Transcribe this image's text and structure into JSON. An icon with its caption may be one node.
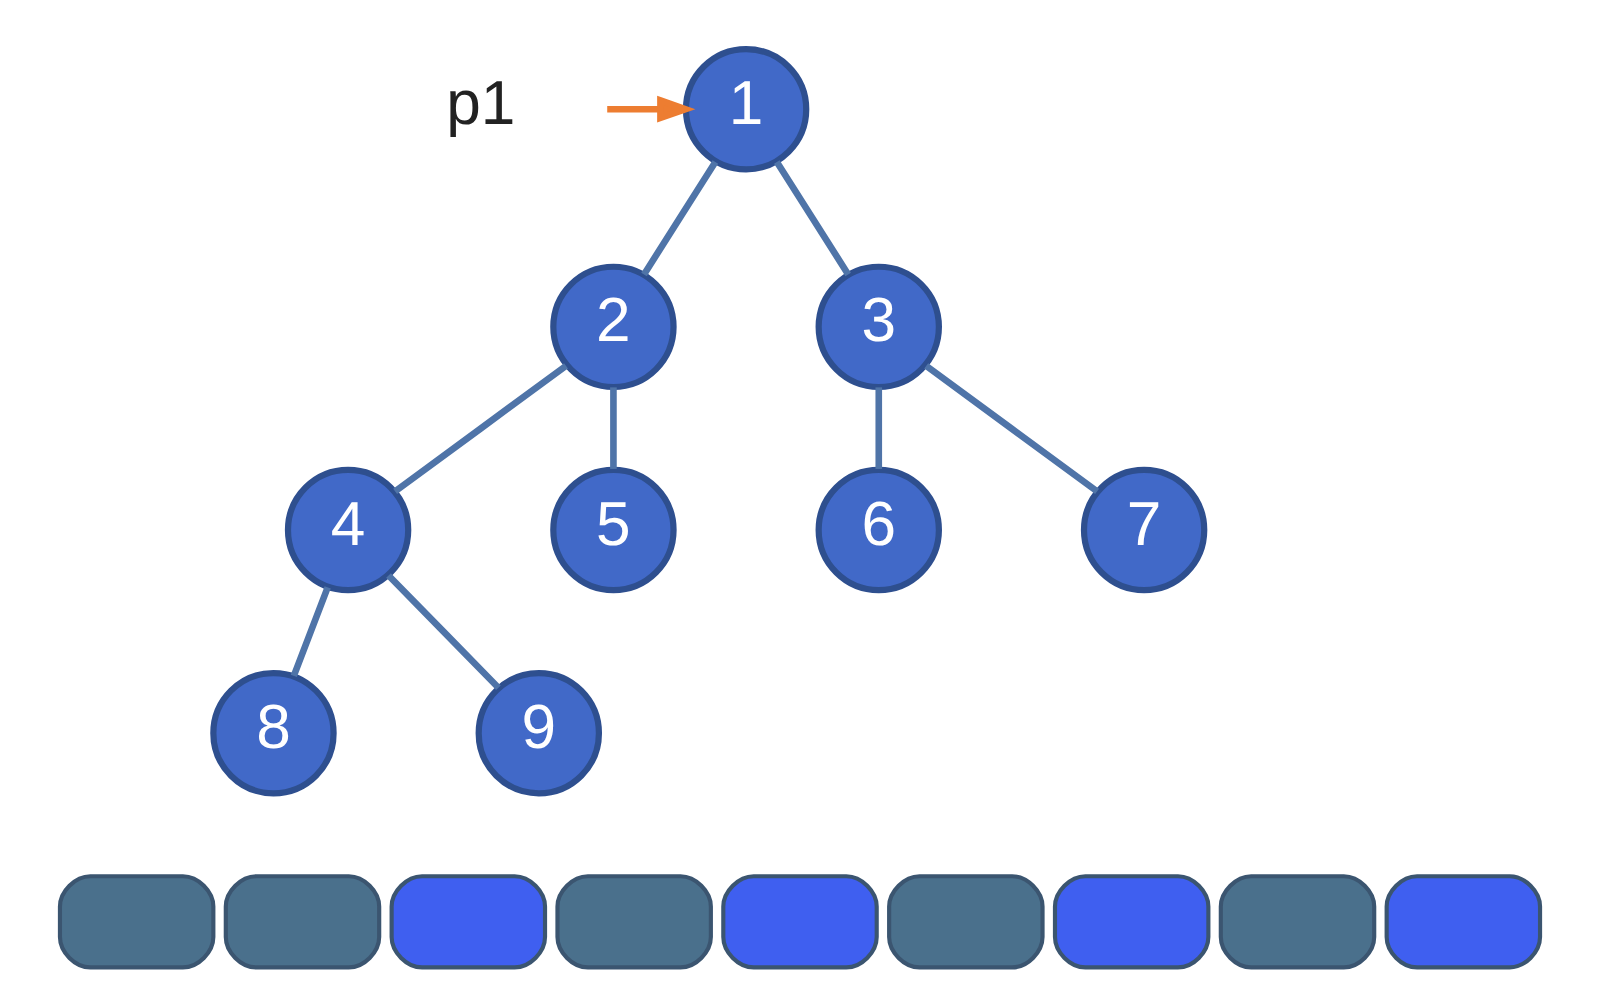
{
  "diagram": {
    "nodes": [
      {
        "text": [
          "p1"
        ]
      },
      {
        "text": [
          "1"
        ]
      },
      {
        "text": [
          "2"
        ]
      },
      {
        "text": [
          "3"
        ]
      },
      {
        "text": [
          "4"
        ]
      },
      {
        "text": [
          "5"
        ]
      },
      {
        "text": [
          "6"
        ]
      },
      {
        "text": [
          "7"
        ]
      },
      {
        "text": [
          "8"
        ]
      },
      {
        "text": [
          "9"
        ]
      },
      {
        "text": [],
        "shape": "box"
      },
      {
        "text": [],
        "shape": "box"
      },
      {
        "text": [],
        "shape": "box"
      },
      {
        "text": [],
        "shape": "box"
      },
      {
        "text": [],
        "shape": "box"
      },
      {
        "text": [],
        "shape": "box"
      },
      {
        "text": [],
        "shape": "box"
      },
      {
        "text": [],
        "shape": "box"
      },
      {
        "text": [],
        "shape": "box"
      }
    ],
    "edges": [
      {
        "from": 0,
        "to": 1,
        "arrow": "to",
        "color": "#ed7d31"
      },
      {
        "from": 1,
        "to": 2,
        "arrow": "none"
      },
      {
        "from": 1,
        "to": 3,
        "arrow": "none"
      },
      {
        "from": 2,
        "to": 4,
        "arrow": "none"
      },
      {
        "from": 2,
        "to": 5,
        "arrow": "none"
      },
      {
        "from": 3,
        "to": 6,
        "arrow": "none"
      },
      {
        "from": 3,
        "to": 7,
        "arrow": "none"
      },
      {
        "from": 4,
        "to": 8,
        "arrow": "none"
      },
      {
        "from": 4,
        "to": 9,
        "arrow": "none"
      }
    ]
  }
}
